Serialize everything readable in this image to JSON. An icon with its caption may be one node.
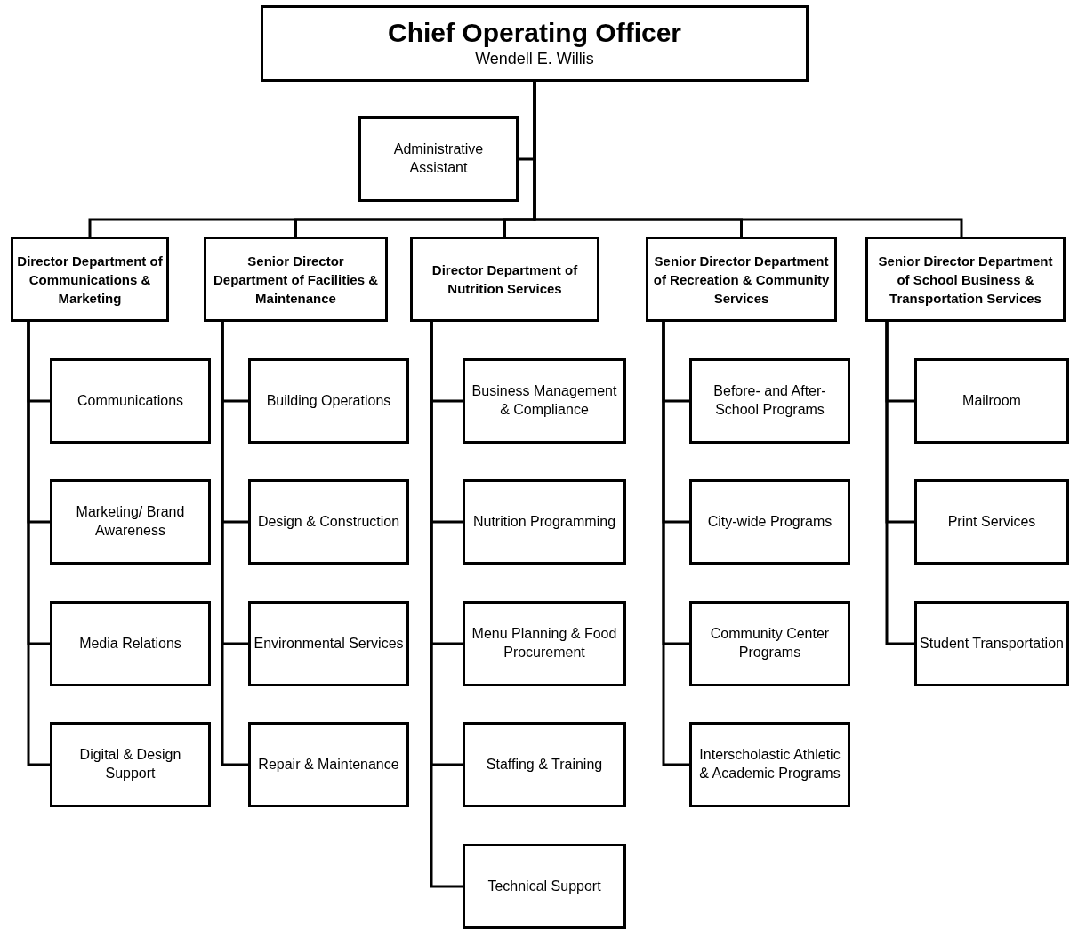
{
  "diagram": {
    "nodes": [
      {
        "text": [
          "Chief Operating Officer",
          "Wendell E. Willis"
        ]
      },
      {
        "text": [
          "Administrative Assistant"
        ]
      },
      {
        "text": [
          "Director Department of Communications & Marketing"
        ]
      },
      {
        "text": [
          "Senior Director Department of Facilities & Maintenance"
        ]
      },
      {
        "text": [
          "Director Department of Nutrition Services"
        ]
      },
      {
        "text": [
          "Senior Director Department of Recreation & Community Services"
        ]
      },
      {
        "text": [
          "Senior Director Department of School Business & Transportation Services"
        ]
      },
      {
        "text": [
          "Communications"
        ]
      },
      {
        "text": [
          "Marketing/ Brand Awareness"
        ]
      },
      {
        "text": [
          "Media Relations"
        ]
      },
      {
        "text": [
          "Digital & Design Support"
        ]
      },
      {
        "text": [
          "Building Operations"
        ]
      },
      {
        "text": [
          "Design & Construction"
        ]
      },
      {
        "text": [
          "Environmental Services"
        ]
      },
      {
        "text": [
          "Repair & Maintenance"
        ]
      },
      {
        "text": [
          "Business Management & Compliance"
        ]
      },
      {
        "text": [
          "Nutrition Programming"
        ]
      },
      {
        "text": [
          "Menu Planning & Food Procurement"
        ]
      },
      {
        "text": [
          "Staffing & Training"
        ]
      },
      {
        "text": [
          "Technical Support"
        ]
      },
      {
        "text": [
          "Before- and After-School Programs"
        ]
      },
      {
        "text": [
          "City-wide Programs"
        ]
      },
      {
        "text": [
          "Community Center Programs"
        ]
      },
      {
        "text": [
          "Interscholastic Athletic & Academic Programs"
        ]
      },
      {
        "text": [
          "Mailroom"
        ]
      },
      {
        "text": [
          "Print Services"
        ]
      },
      {
        "text": [
          "Student Transportation"
        ]
      }
    ],
    "edges": [
      {
        "from": 0,
        "to": 1,
        "arrow": "none"
      },
      {
        "from": 0,
        "to": 2,
        "arrow": "none"
      },
      {
        "from": 0,
        "to": 3,
        "arrow": "none"
      },
      {
        "from": 0,
        "to": 4,
        "arrow": "none"
      },
      {
        "from": 0,
        "to": 5,
        "arrow": "none"
      },
      {
        "from": 0,
        "to": 6,
        "arrow": "none"
      },
      {
        "from": 2,
        "to": 7,
        "arrow": "none"
      },
      {
        "from": 2,
        "to": 8,
        "arrow": "none"
      },
      {
        "from": 2,
        "to": 9,
        "arrow": "none"
      },
      {
        "from": 2,
        "to": 10,
        "arrow": "none"
      },
      {
        "from": 3,
        "to": 11,
        "arrow": "none"
      },
      {
        "from": 3,
        "to": 12,
        "arrow": "none"
      },
      {
        "from": 3,
        "to": 13,
        "arrow": "none"
      },
      {
        "from": 3,
        "to": 14,
        "arrow": "none"
      },
      {
        "from": 4,
        "to": 15,
        "arrow": "none"
      },
      {
        "from": 4,
        "to": 16,
        "arrow": "none"
      },
      {
        "from": 4,
        "to": 17,
        "arrow": "none"
      },
      {
        "from": 4,
        "to": 18,
        "arrow": "none"
      },
      {
        "from": 4,
        "to": 19,
        "arrow": "none"
      },
      {
        "from": 5,
        "to": 20,
        "arrow": "none"
      },
      {
        "from": 5,
        "to": 21,
        "arrow": "none"
      },
      {
        "from": 5,
        "to": 22,
        "arrow": "none"
      },
      {
        "from": 5,
        "to": 23,
        "arrow": "none"
      },
      {
        "from": 6,
        "to": 24,
        "arrow": "none"
      },
      {
        "from": 6,
        "to": 25,
        "arrow": "none"
      },
      {
        "from": 6,
        "to": 26,
        "arrow": "none"
      }
    ]
  }
}
